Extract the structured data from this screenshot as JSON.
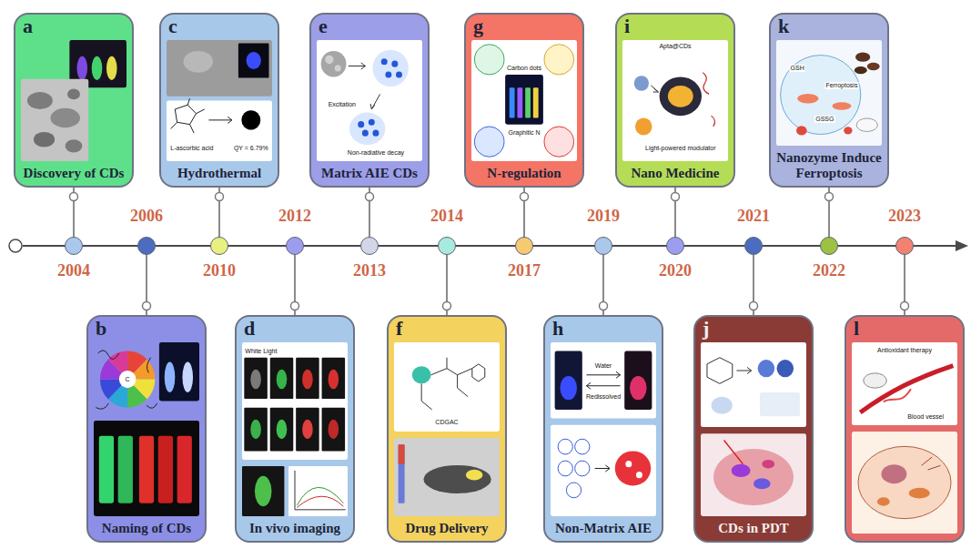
{
  "diagram": {
    "nodes": [
      {
        "text": [
          "a",
          "Discovery of CDs"
        ]
      },
      {
        "text": [
          "2004"
        ]
      },
      {
        "text": [
          "b",
          "Naming of CDs"
        ]
      },
      {
        "text": [
          "2006"
        ]
      },
      {
        "text": [
          "c",
          "Hydrothermal"
        ]
      },
      {
        "text": [
          "2010"
        ]
      },
      {
        "text": [
          "d",
          "In vivo imaging"
        ]
      },
      {
        "text": [
          "2012"
        ]
      },
      {
        "text": [
          "e",
          "Matrix AIE CDs"
        ]
      },
      {
        "text": [
          "2013"
        ]
      },
      {
        "text": [
          "f",
          "Drug Delivery"
        ]
      },
      {
        "text": [
          "2014"
        ]
      },
      {
        "text": [
          "g",
          "N-regulation"
        ]
      },
      {
        "text": [
          "2017"
        ]
      },
      {
        "text": [
          "h",
          "Non-Matrix AIE"
        ]
      },
      {
        "text": [
          "2019"
        ]
      },
      {
        "text": [
          "i",
          "Nano Medicine"
        ]
      },
      {
        "text": [
          "2020"
        ]
      },
      {
        "text": [
          "j",
          "CDs in PDT"
        ]
      },
      {
        "text": [
          "2021"
        ]
      },
      {
        "text": [
          "k",
          "Nanozyme Induce Ferroptosis"
        ]
      },
      {
        "text": [
          "2022"
        ]
      },
      {
        "text": [
          "l"
        ]
      },
      {
        "text": [
          "2023"
        ]
      }
    ],
    "edges": [
      {
        "from": 0,
        "to": 1,
        "arrow": "none"
      },
      {
        "from": 2,
        "to": 3,
        "arrow": "none"
      },
      {
        "from": 4,
        "to": 5,
        "arrow": "none"
      },
      {
        "from": 6,
        "to": 7,
        "arrow": "none"
      },
      {
        "from": 8,
        "to": 9,
        "arrow": "none"
      },
      {
        "from": 10,
        "to": 11,
        "arrow": "none"
      },
      {
        "from": 12,
        "to": 13,
        "arrow": "none"
      },
      {
        "from": 14,
        "to": 15,
        "arrow": "none"
      },
      {
        "from": 16,
        "to": 17,
        "arrow": "none"
      },
      {
        "from": 18,
        "to": 19,
        "arrow": "none"
      },
      {
        "from": 20,
        "to": 21,
        "arrow": "none"
      },
      {
        "from": 22,
        "to": 23,
        "arrow": "none"
      }
    ],
    "labels": [
      "C",
      "L-ascorbic acid",
      "QY = 6.79%",
      "White Light",
      "Excitation",
      "Non-radiative decay",
      "CDGAC",
      "Carbon dots",
      "Graphitic N",
      "Water",
      "Redissolved",
      "Apta@CDs",
      "Light-powered modulator",
      "GSH",
      "GSSG",
      "Ferroptosis",
      "Antioxidant therapy",
      "Blood vessel"
    ]
  }
}
